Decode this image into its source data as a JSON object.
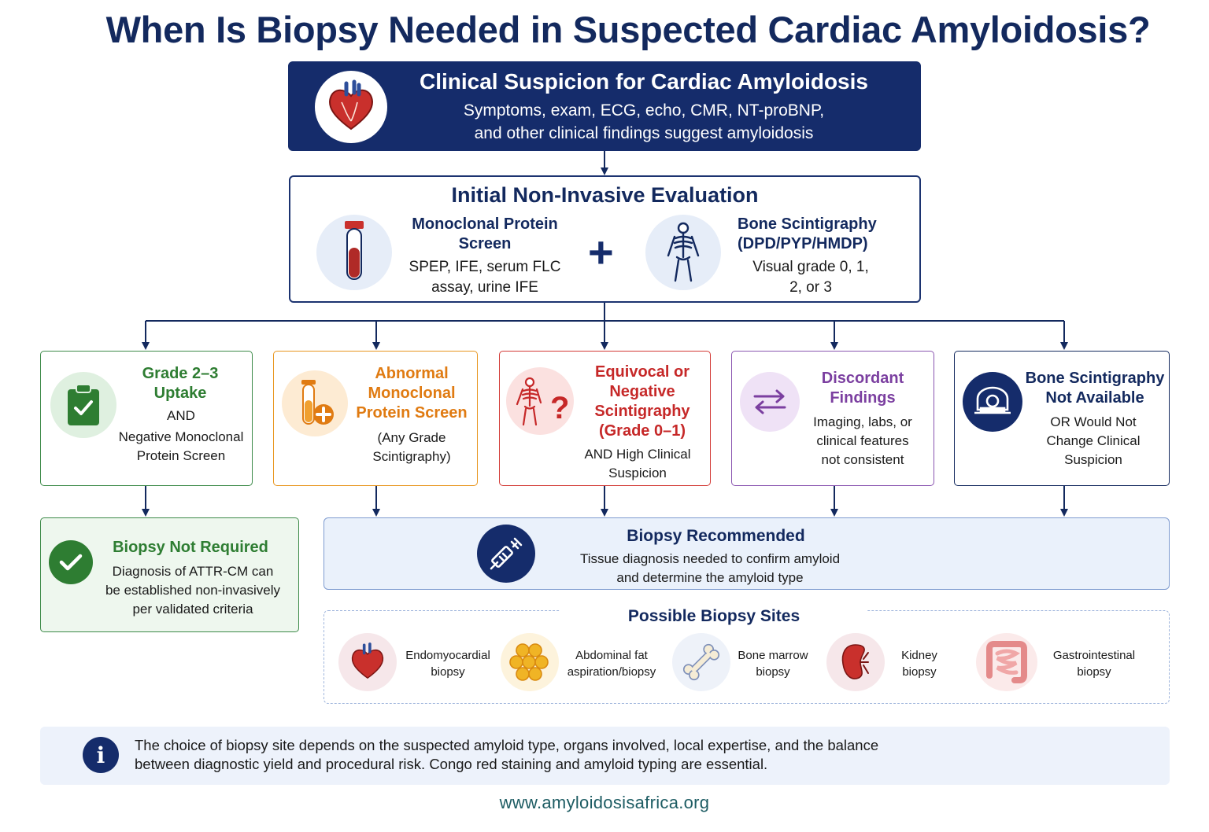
{
  "title": "When Is Biopsy Needed in Suspected Cardiac Amyloidosis?",
  "top": {
    "title": "Clinical Suspicion for Cardiac Amyloidosis",
    "line1": "Symptoms, exam, ECG, echo, CMR, NT-proBNP,",
    "line2": "and other clinical findings suggest amyloidosis"
  },
  "evaluation": {
    "title": "Initial Non-Invasive Evaluation",
    "left": {
      "heading1": "Monoclonal Protein",
      "heading2": "Screen",
      "text1": "SPEP, IFE, serum FLC",
      "text2": "assay, urine IFE"
    },
    "plus": "+",
    "right": {
      "heading1": "Bone Scintigraphy",
      "heading2": "(DPD/PYP/HMDP)",
      "text1": "Visual grade 0, 1,",
      "text2": "2, or 3"
    }
  },
  "branches": [
    {
      "h1": "Grade 2–3",
      "h2": "Uptake",
      "t1": "AND",
      "t2": "Negative Monoclonal",
      "t3": "Protein Screen",
      "color": "#2e7d32"
    },
    {
      "h1": "Abnormal",
      "h2": "Monoclonal",
      "h3": "Protein Screen",
      "t1": "(Any Grade",
      "t2": "Scintigraphy)",
      "color": "#e07b12"
    },
    {
      "h1": "Equivocal or",
      "h2": "Negative",
      "h3": "Scintigraphy",
      "h4": "(Grade 0–1)",
      "t1": "AND High Clinical",
      "t2": "Suspicion",
      "color": "#c62828",
      "icon_text": "?"
    },
    {
      "h1": "Discordant",
      "h2": "Findings",
      "t1": "Imaging, labs, or",
      "t2": "clinical features",
      "t3": "not consistent",
      "color": "#7b3fa0"
    },
    {
      "h1": "Bone Scintigraphy",
      "h2": "Not Available",
      "t1": "OR Would Not",
      "t2": "Change Clinical",
      "t3": "Suspicion",
      "color": "#13295e"
    }
  ],
  "not_required": {
    "title": "Biopsy Not Required",
    "t1": "Diagnosis of ATTR-CM can",
    "t2": "be established non-invasively",
    "t3": "per validated criteria"
  },
  "recommended": {
    "title": "Biopsy Recommended",
    "t1": "Tissue diagnosis needed to confirm amyloid",
    "t2": "and determine the amyloid type"
  },
  "sites": {
    "title": "Possible Biopsy Sites",
    "items": [
      {
        "l1": "Endomyocardial",
        "l2": "biopsy",
        "icon": "heart-icon"
      },
      {
        "l1": "Abdominal fat",
        "l2": "aspiration/biopsy",
        "icon": "fat-cells-icon"
      },
      {
        "l1": "Bone marrow",
        "l2": "biopsy",
        "icon": "bone-icon"
      },
      {
        "l1": "Kidney",
        "l2": "biopsy",
        "icon": "kidney-icon"
      },
      {
        "l1": "Gastrointestinal",
        "l2": "biopsy",
        "icon": "intestine-icon"
      }
    ]
  },
  "info": {
    "icon_text": "i",
    "line1": "The choice of biopsy site depends on the suspected amyloid type, organs involved, local expertise, and the balance",
    "line2": "between diagnostic yield and procedural risk. Congo red staining and amyloid typing are essential."
  },
  "footer": "www.amyloidosisafrica.org",
  "colors": {
    "navy": "#13295e",
    "green": "#2e7d32",
    "orange": "#e07b12",
    "red": "#c62828",
    "purple": "#7b3fa0"
  }
}
